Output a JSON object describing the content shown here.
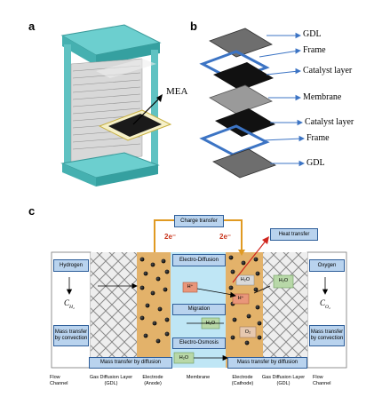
{
  "panels": {
    "a": "a",
    "b": "b",
    "c": "c"
  },
  "panel_a": {
    "mea_label": "MEA"
  },
  "panel_b": {
    "layers": [
      "GDL",
      "Frame",
      "Catalyst layer",
      "Membrane",
      "Catalyst layer",
      "Frame",
      "GDL"
    ]
  },
  "panel_c": {
    "charge_transfer": "Charge transfer",
    "electron_left": "2e⁻",
    "electron_right": "2e⁻",
    "heat_transfer": "Heat transfer",
    "hydrogen": "Hydrogen",
    "oxygen": "Oxygen",
    "ch2": "C",
    "ch2_sub": "H₂",
    "co2": "C",
    "co2_sub": "O₂",
    "electro_diffusion": "Electro-Diffusion",
    "migration": "Migration",
    "electro_osmosis": "Electro-Osmosis",
    "h_plus_1": "H⁺",
    "h_plus_2": "H⁺",
    "h2o_a": "H₂O",
    "h2o_b": "H₂O",
    "h2o_c": "H₂O",
    "h2o_d": "H₂O",
    "o2": "O₂",
    "mass_conv_left": "Mass transfer by convection",
    "mass_conv_right": "Mass transfer by convection",
    "mass_diff_left": "Mass transfer by diffusion",
    "mass_diff_right": "Mass transfer by diffusion",
    "bottom_labels": [
      "Flow Channel",
      "Gas Diffusion Layer (GDL)",
      "Electrode (Anode)",
      "Membrane",
      "Electrode (Cathode)",
      "Gas Diffusion Layer (GDL)",
      "Flow Channel"
    ]
  },
  "colors": {
    "accent_blue": "#2f5f9a",
    "box_fill": "#b9d3ee",
    "electrode": "#e3b26a",
    "membrane": "#bfe6f5",
    "charge_wire": "#e09a22",
    "electron_red": "#c8331a"
  }
}
